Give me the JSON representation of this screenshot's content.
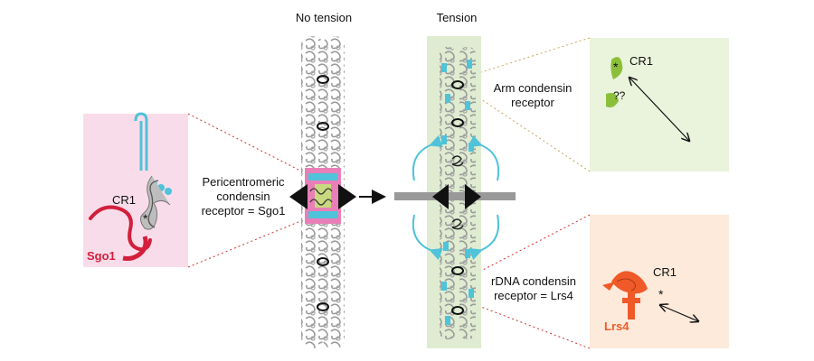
{
  "headers": {
    "no_tension": "No tension",
    "tension": "Tension"
  },
  "left_panel": {
    "cr1": "CR1",
    "protein": "Sgo1",
    "asterisk": "*"
  },
  "pericentromeric_label": {
    "line1": "Pericentromeric",
    "line2": "condensin",
    "line3": "receptor = Sgo1"
  },
  "arm_panel": {
    "cr1": "CR1",
    "asterisk": "*",
    "unknown": "??",
    "label_line1": "Arm condensin",
    "label_line2": "receptor"
  },
  "rdna_panel": {
    "cr1": "CR1",
    "asterisk": "*",
    "protein": "Lrs4",
    "label_line1": "rDNA condensin",
    "label_line2": "receptor = Lrs4"
  },
  "colors": {
    "sgo1_panel_bg": "#f9dcea",
    "arm_panel_bg": "#eaf3dc",
    "rdna_panel_bg": "#fdeadb",
    "sgo1_red": "#d21f3c",
    "lrs4_orange": "#f05a28",
    "arm_green": "#8bbf3a",
    "cyan": "#4fc3d9",
    "pink": "#e97fb8",
    "chromatin_gray": "#9a9a9a",
    "tension_bg": "#dfecd1",
    "dotted_red": "#cc3333",
    "dotted_tan": "#c9a45a"
  }
}
